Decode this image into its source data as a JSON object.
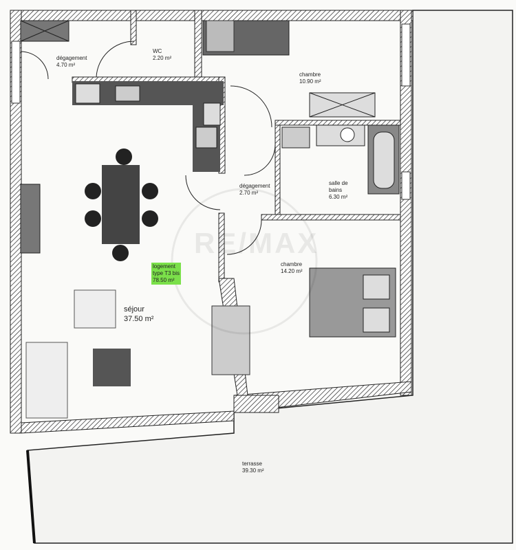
{
  "watermark": "RE/MAX",
  "rooms": {
    "degagement1": {
      "name": "dégagement",
      "area": "4.70 m²"
    },
    "wc": {
      "name": "WC",
      "area": "2.20 m²"
    },
    "chambre1": {
      "name": "chambre",
      "area": "10.90 m²"
    },
    "degagement2": {
      "name": "dégagement",
      "area": "2.70 m²"
    },
    "sdb": {
      "name": "salle de",
      "name2": "bains",
      "area": "6.30 m²"
    },
    "chambre2": {
      "name": "chambre",
      "area": "14.20 m²"
    },
    "sejour": {
      "name": "séjour",
      "area": "37.50 m²"
    },
    "terrasse": {
      "name": "terrasse",
      "area": "39.30 m²"
    }
  },
  "summary": {
    "line1": "logement",
    "line2": "type T3 bis",
    "line3": "78.50 m²"
  },
  "colors": {
    "wall": "#333333",
    "furniture": "#5a5a5a",
    "highlight": "#7be04a"
  }
}
